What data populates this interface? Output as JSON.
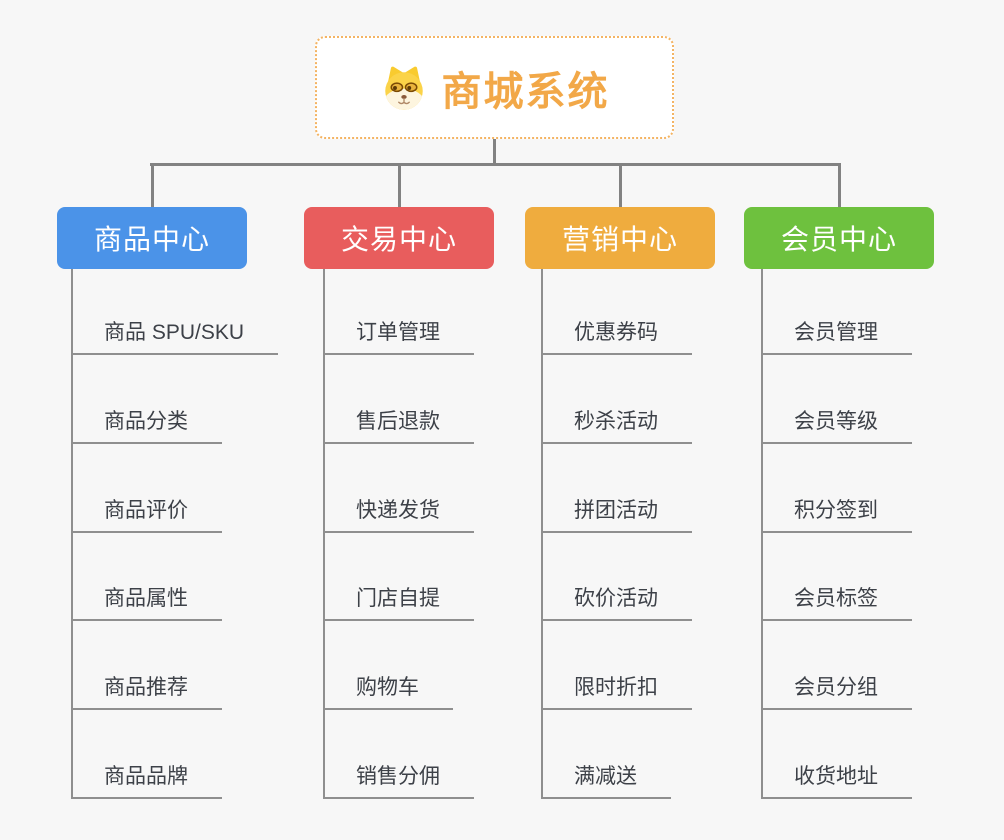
{
  "page": {
    "background_color": "#f7f7f7"
  },
  "root": {
    "title": "商城系统",
    "title_color": "#f2a848",
    "border_color": "#f4b463",
    "icon": "dog-face-icon"
  },
  "connectors": {
    "main_color": "#828282",
    "leaf_line_color": "#8f8f8f"
  },
  "leaf_text_color": "#3d4148",
  "branches": [
    {
      "label": "商品中心",
      "color": "#4b93e8",
      "items": [
        "商品 SPU/SKU",
        "商品分类",
        "商品评价",
        "商品属性",
        "商品推荐",
        "商品品牌"
      ]
    },
    {
      "label": "交易中心",
      "color": "#e85d5d",
      "items": [
        "订单管理",
        "售后退款",
        "快递发货",
        "门店自提",
        "购物车",
        "销售分佣"
      ]
    },
    {
      "label": "营销中心",
      "color": "#efac3e",
      "items": [
        "优惠券码",
        "秒杀活动",
        "拼团活动",
        "砍价活动",
        "限时折扣",
        "满减送"
      ]
    },
    {
      "label": "会员中心",
      "color": "#6ec13e",
      "items": [
        "会员管理",
        "会员等级",
        "积分签到",
        "会员标签",
        "会员分组",
        "收货地址"
      ]
    }
  ]
}
